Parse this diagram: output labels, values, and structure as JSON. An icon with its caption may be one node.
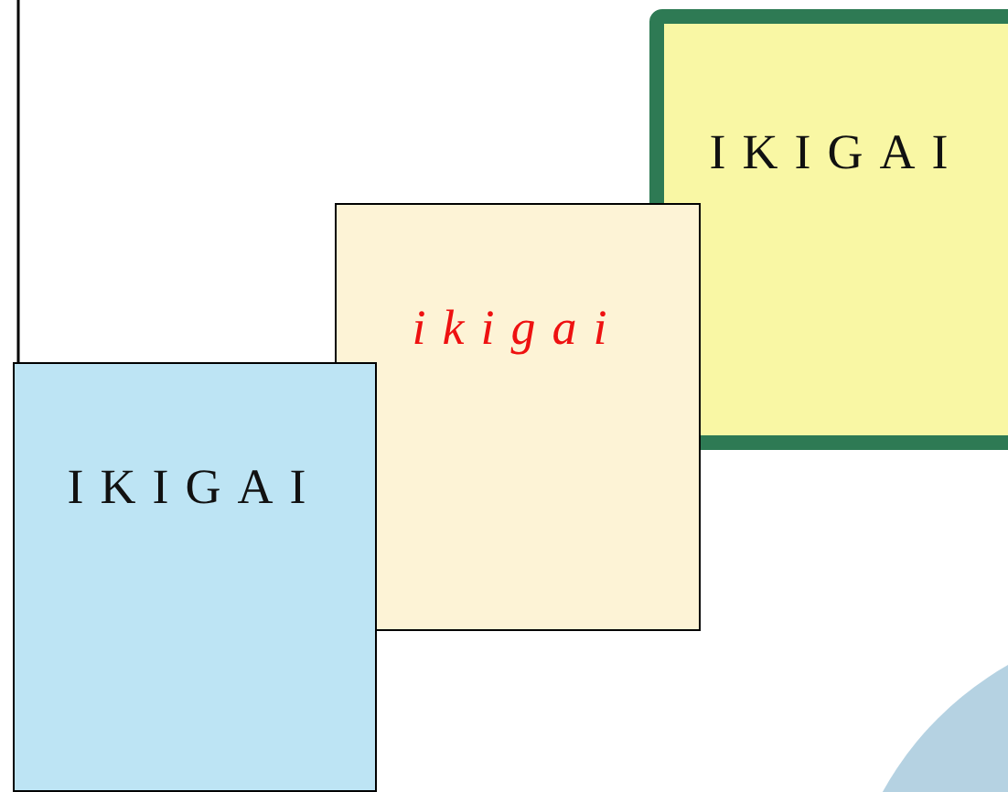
{
  "diagram": {
    "nodes": [
      {
        "text": [
          "IKIGAI"
        ]
      },
      {
        "text": [
          "ikigai"
        ]
      },
      {
        "text": [
          "IKIGAI"
        ]
      }
    ]
  }
}
